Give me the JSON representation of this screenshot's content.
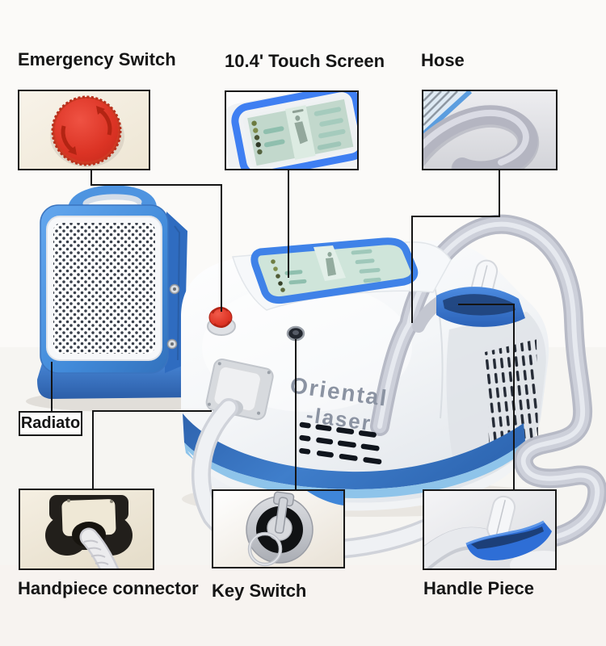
{
  "product": {
    "brand_line1": "Oriental",
    "brand_line2": "-laser"
  },
  "callouts": {
    "emergency_switch": {
      "label": "Emergency Switch"
    },
    "touch_screen": {
      "label": "10.4' Touch Screen"
    },
    "hose": {
      "label": "Hose"
    },
    "radiator": {
      "label": "Radiato"
    },
    "handpiece_connector": {
      "label": "Handpiece connector"
    },
    "key_switch": {
      "label": "Key Switch"
    },
    "handle_piece": {
      "label": "Handle Piece"
    }
  },
  "colors": {
    "accent_blue": "#3a78c8",
    "light_blue": "#8ec4ea",
    "ring_blue": "#3f82e8",
    "emergency_red": "#d93124",
    "screen_mint": "#cfe5da",
    "hose_gray": "#c6c8d2",
    "brand_gray": "#8b93a2",
    "line_black": "#141414"
  }
}
